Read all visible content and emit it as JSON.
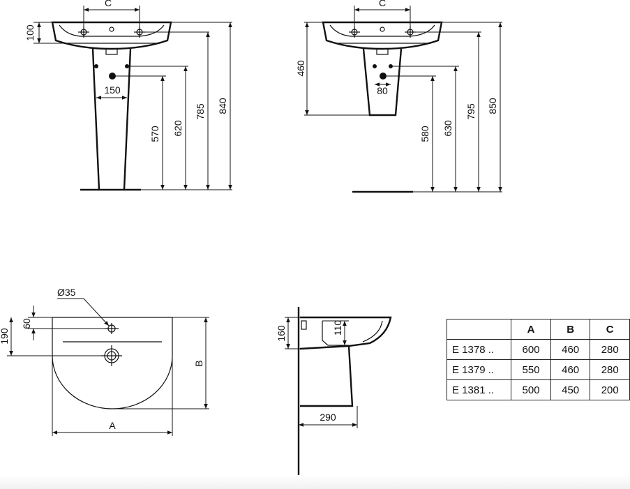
{
  "view_front_full": {
    "width_label": "C",
    "rim_height": "100",
    "waste_spacing": "150",
    "supply_height": "570",
    "waste_height": "620",
    "rim_top_height": "785",
    "overall_height": "840"
  },
  "view_front_semi": {
    "width_label": "C",
    "pedestal_height": "460",
    "waste_spacing": "80",
    "supply_height": "580",
    "waste_height": "630",
    "rim_top_height": "795",
    "overall_height": "850"
  },
  "view_plan": {
    "tap_hole": "Ø35",
    "tap_offset": "60",
    "waste_offset": "190",
    "depth_label": "B",
    "width_label": "A"
  },
  "view_side": {
    "front_height": "160",
    "bowl_depth": "110",
    "projection": "290"
  },
  "spec_table": {
    "headers": [
      "",
      "A",
      "B",
      "C"
    ],
    "rows": [
      {
        "code": "E 1378 ..",
        "a": "600",
        "b": "460",
        "c": "280"
      },
      {
        "code": "E 1379 ..",
        "a": "550",
        "b": "460",
        "c": "280"
      },
      {
        "code": "E 1381 ..",
        "a": "500",
        "b": "450",
        "c": "200"
      }
    ]
  }
}
